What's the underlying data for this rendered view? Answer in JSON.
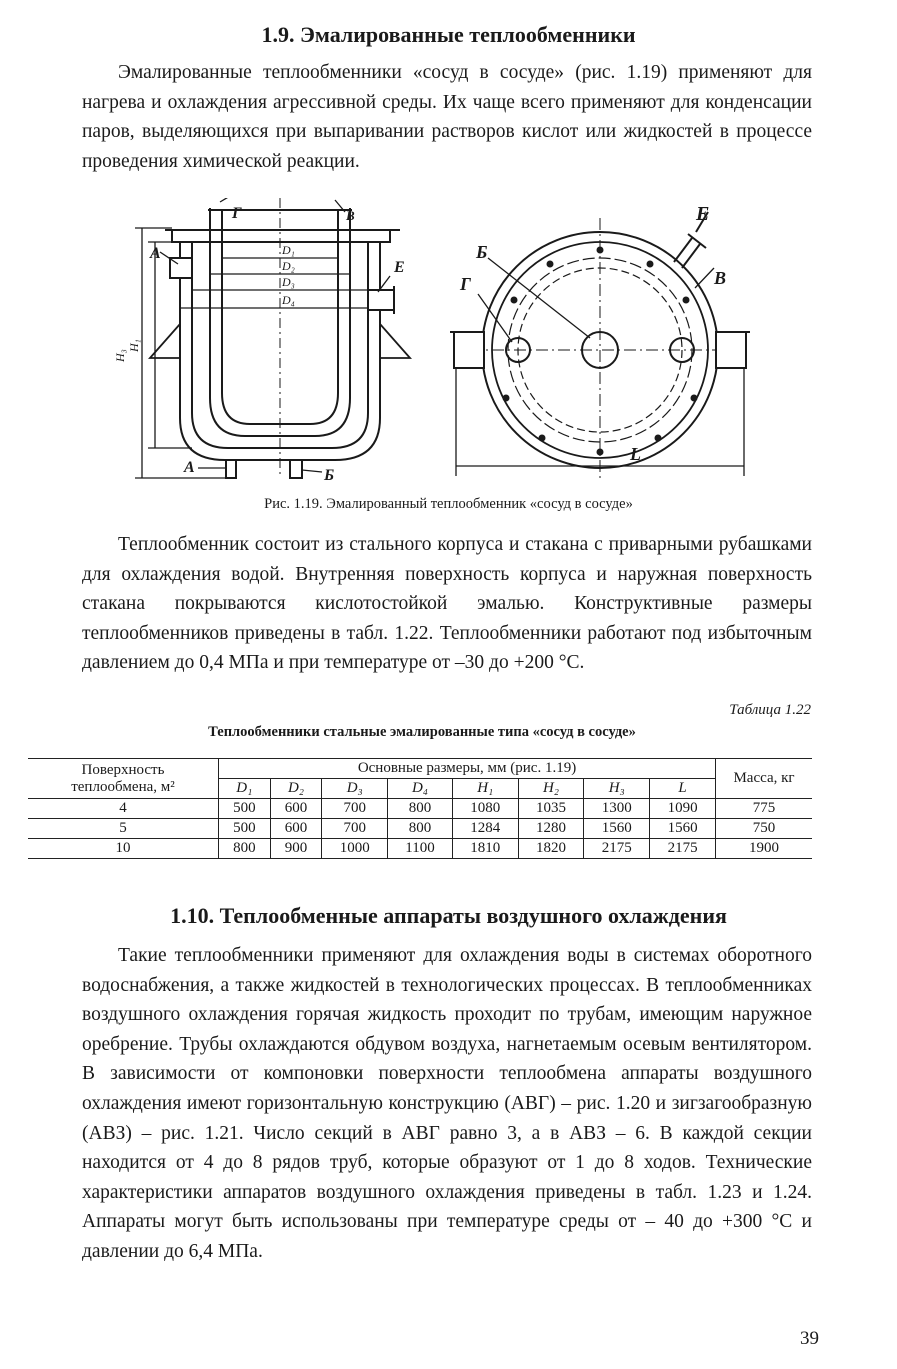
{
  "section1": {
    "heading": "1.9. Эмалированные теплообменники",
    "para1": "Эмалированные теплообменники «сосуд в сосуде» (рис. 1.19) применяют для нагрева и охлаждения агрессивной среды. Их чаще всего применяют для конденсации паров, выделяющихся при выпаривании растворов кислот или жидкостей в процессе проведения химической реакции.",
    "figure": {
      "caption": "Рис. 1.19. Эмалированный теплообменник «сосуд в сосуде»",
      "labels_left": {
        "A_top": "А",
        "G": "Г",
        "V": "В",
        "E": "Е",
        "D1": "D₁",
        "D2": "D₂",
        "D3": "D₃",
        "D4": "D₄",
        "H3": "H₃",
        "H1": "H₁",
        "A_bottom": "А",
        "B": "Б"
      },
      "labels_right": {
        "E": "Е",
        "B": "Б",
        "V": "В",
        "G": "Г",
        "L": "L"
      }
    },
    "para2": "Теплообменник состоит из стального корпуса и стакана с приварными рубашками для охлаждения водой. Внутренняя поверхность корпуса и наружная поверхность стакана покрываются кислотостойкой эмалью. Конструктивные размеры теплообменников приведены в табл. 1.22. Теплообменники работают под избыточным давлением до 0,4 МПа и при температуре от –30 до +200 °С."
  },
  "table": {
    "label": "Таблица 1.22",
    "title": "Теплообменники стальные эмалированные типа «сосуд в сосуде»",
    "col_surface_line1": "Поверхность",
    "col_surface_line2": "теплообмена, м²",
    "col_dims": "Основные размеры, мм (рис. 1.19)",
    "col_mass": "Масса, кг",
    "subheaders": [
      "D₁",
      "D₂",
      "D₃",
      "D₄",
      "H₁",
      "H₂",
      "H₃",
      "L"
    ],
    "rows": [
      [
        "4",
        "500",
        "600",
        "700",
        "800",
        "1080",
        "1035",
        "1300",
        "1090",
        "775"
      ],
      [
        "5",
        "500",
        "600",
        "700",
        "800",
        "1284",
        "1280",
        "1560",
        "1560",
        "750"
      ],
      [
        "10",
        "800",
        "900",
        "1000",
        "1100",
        "1810",
        "1820",
        "2175",
        "2175",
        "1900"
      ]
    ]
  },
  "section2": {
    "heading": "1.10. Теплообменные аппараты воздушного охлаждения",
    "para": "Такие теплообменники применяют для охлаждения воды в системах оборотного водоснабжения, а также жидкостей в технологических процессах. В теплообменниках воздушного охлаждения горячая жидкость проходит по трубам, имеющим наружное оребрение. Трубы охлаждаются обдувом воздуха, нагнетаемым осевым вентилятором. В зависимости от компоновки поверхности теплообмена аппараты воздушного охлаждения имеют горизонтальную конструкцию (АВГ) – рис. 1.20 и зигзагообразную (АВЗ) – рис. 1.21. Число секций в АВГ равно 3, а в АВЗ – 6. В каждой секции находится от 4 до 8 рядов труб, которые образуют от 1 до 8 ходов. Технические характеристики аппаратов воздушного охлаждения приведены в табл. 1.23 и 1.24. Аппараты могут быть использованы при температуре среды от – 40 до +300 °С и давлении до 6,4 МПа."
  },
  "page_number": "39"
}
